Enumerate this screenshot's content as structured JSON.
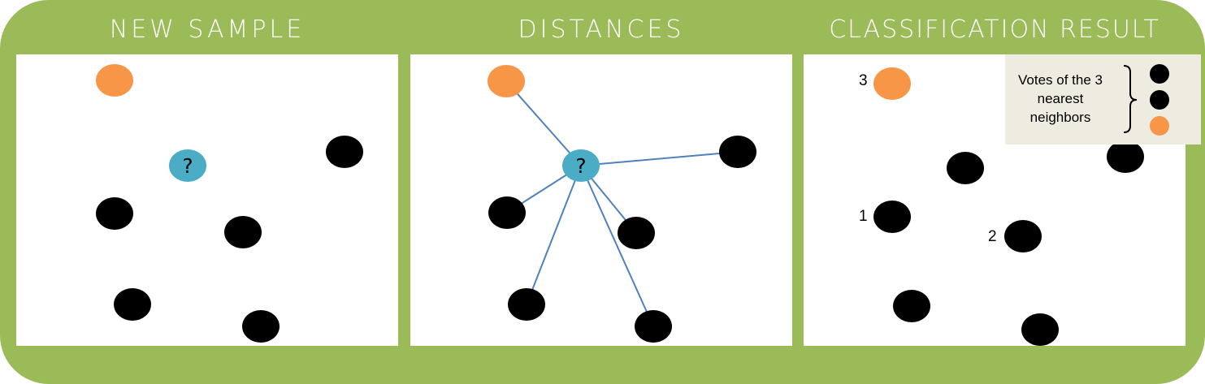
{
  "panels": [
    {
      "title": "NEW SAMPLE",
      "query_symbol": "?",
      "show_distances": false
    },
    {
      "title": "DISTANCES",
      "query_symbol": "?",
      "show_distances": true
    },
    {
      "title": "CLASSIFICATION RESULT",
      "rank_labels": [
        "1",
        "2",
        "3"
      ],
      "legend": {
        "text": "Votes of the 3 nearest neighbors",
        "votes": [
          "black",
          "black",
          "orange"
        ]
      }
    }
  ],
  "colors": {
    "frame": "#9bbb59",
    "orange": "#f79646",
    "black": "#000000",
    "query": "#4bacc6",
    "line": "#4f81bd",
    "legend_bg": "#eeece1"
  }
}
